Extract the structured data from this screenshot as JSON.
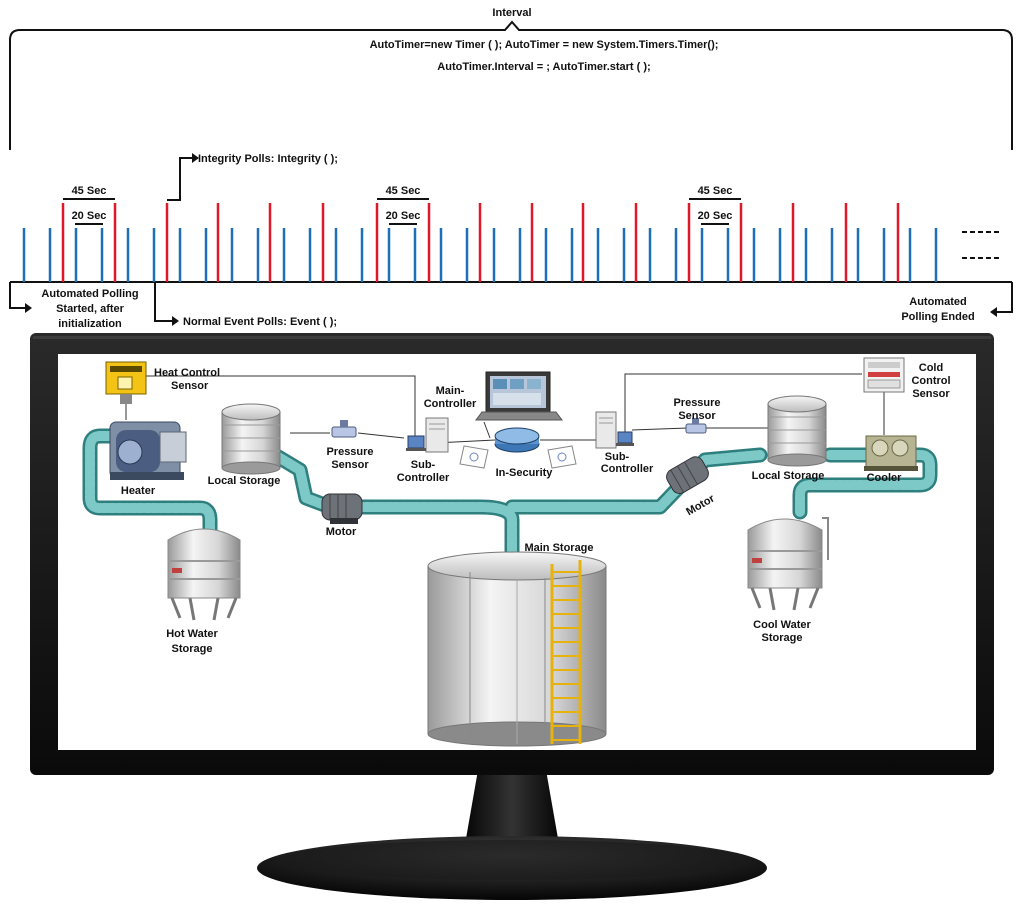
{
  "timeline": {
    "interval_label": "Interval",
    "code_line1": "AutoTimer=new Timer ( ); AutoTimer = new System.Timers.Timer();",
    "code_line2": "AutoTimer.Interval =    ;  AutoTimer.start ( );",
    "integrity_label": "Integrity  Polls: Integrity ( );",
    "event_label": "Normal Event Polls: Event ( );",
    "start_label": [
      "Automated Polling",
      "Started, after",
      "initialization"
    ],
    "end_label": [
      "Automated",
      "Polling Ended"
    ],
    "long_span_label": "45 Sec",
    "short_span_label": "20 Sec",
    "red_color": "#e0192a",
    "blue_color": "#1e6fb8"
  },
  "diagram": {
    "heat_control_sensor": [
      "Heat Control",
      "Sensor"
    ],
    "cold_control_sensor": [
      "Cold",
      "Control",
      "Sensor"
    ],
    "main_controller": [
      "Main-",
      "Controller"
    ],
    "pressure_sensor_left": [
      "Pressure",
      "Sensor"
    ],
    "pressure_sensor_right": [
      "Pressure",
      "Sensor"
    ],
    "sub_controller_left": [
      "Sub-",
      "Controller"
    ],
    "sub_controller_right": [
      "Sub-",
      "Controller"
    ],
    "in_security": "In-Security",
    "heater": "Heater",
    "local_storage_left": "Local Storage",
    "local_storage_right": "Local Storage",
    "cooler": "Cooler",
    "motor_left": "Motor",
    "motor_right": "Motor",
    "main_storage": "Main Storage",
    "hot_water_storage": [
      "Hot Water",
      "Storage"
    ],
    "cool_water_storage": [
      "Cool Water",
      "Storage"
    ]
  }
}
